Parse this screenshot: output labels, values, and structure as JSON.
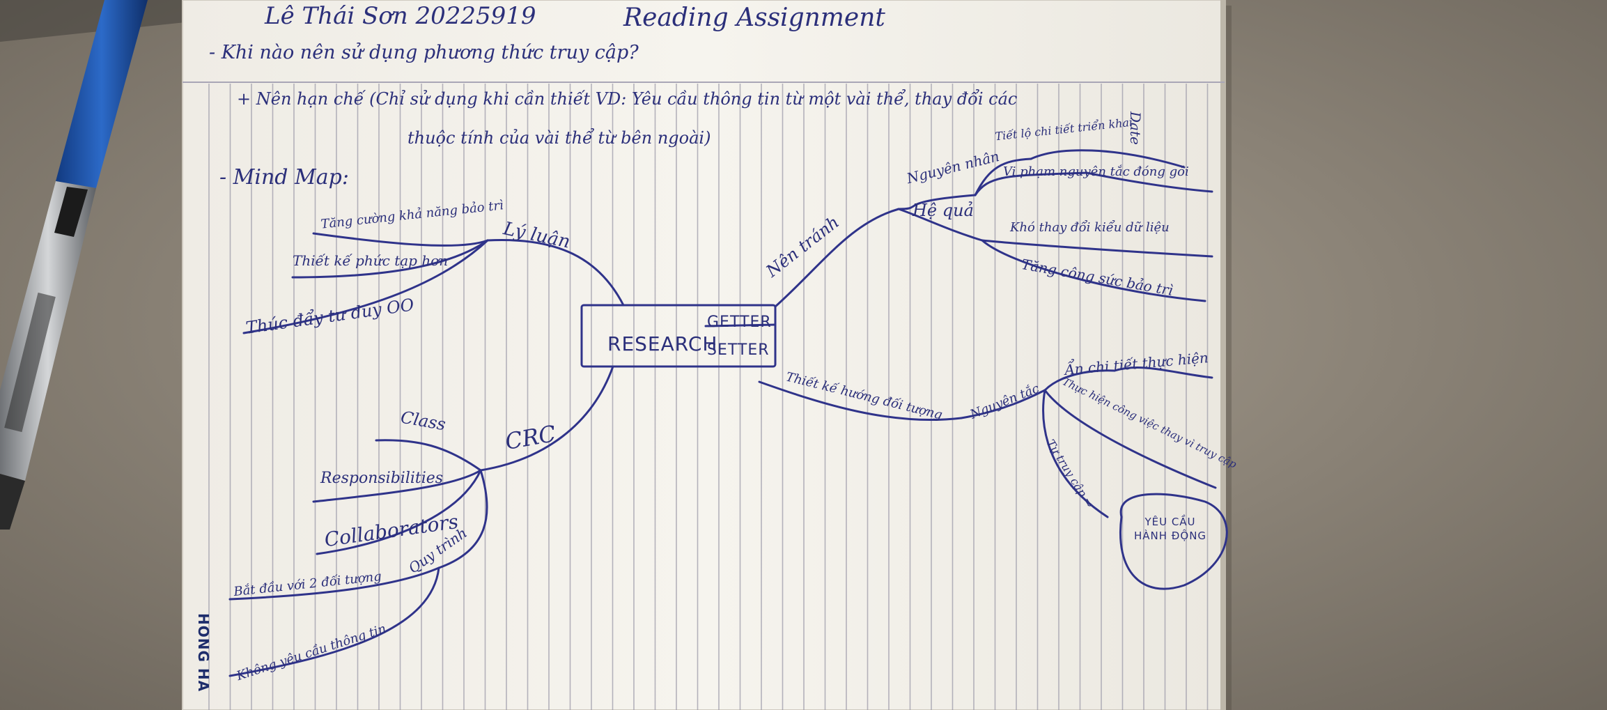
{
  "header": {
    "author": "Lê Thái Sơn 20225919",
    "title": "Reading Assignment",
    "date_label": "Date"
  },
  "question": "- Khi nào nên sử dụng phương thức truy cập?",
  "answer_line1": "+ Nên hạn chế (Chỉ sử dụng khi cần thiết VD: Yêu cầu thông tin từ một vài thể, thay đổi các",
  "answer_line2": "thuộc tính của vài thể từ bên ngoài)",
  "mindmap_heading": "- Mind Map:",
  "center": {
    "label": "RESEARCH",
    "getter": "GETTER",
    "setter": "SETTER"
  },
  "branches": {
    "ly_luan": {
      "label": "Lý luận",
      "items": [
        "Tăng cường khả năng bảo trì",
        "Thiết kế phức tạp hơn",
        "Thúc đẩy tư duy OO"
      ]
    },
    "crc": {
      "label": "CRC",
      "items": [
        "Class",
        "Responsibilities",
        "Collaborators",
        "Quy trình"
      ],
      "quy_trinh_items": [
        "Bắt đầu với 2 đối tượng",
        "Không yêu cầu thông tin"
      ]
    },
    "nen_tranh": {
      "label": "Nên tránh",
      "nguyen_nhan": "Nguyên nhân",
      "nguyen_nhan_items": [
        "Tiết lộ chi tiết triển khai",
        "Vi phạm nguyên tắc đóng gói"
      ],
      "he_qua": "Hệ quả",
      "he_qua_items": [
        "Khó thay đổi kiểu dữ liệu",
        "Tăng công sức bảo trì"
      ]
    },
    "thiet_ke": {
      "label": "Thiết kế hướng đối tượng",
      "nguyen_tac": "Nguyên tắc",
      "items": [
        "Ẩn chi tiết thực hiện",
        "Thực hiện công việc thay vì truy cập"
      ],
      "tu_truy_cap": "Tự truy cập ⇒",
      "bubble": "YÊU CẦU HÀNH ĐỘNG"
    }
  },
  "notebook_brand": "HONG HA",
  "colors": {
    "ink": "#2b2f7a",
    "paper": "#f4f1ea",
    "table": "#8d8478",
    "pen_body": "#1f4fa3"
  }
}
